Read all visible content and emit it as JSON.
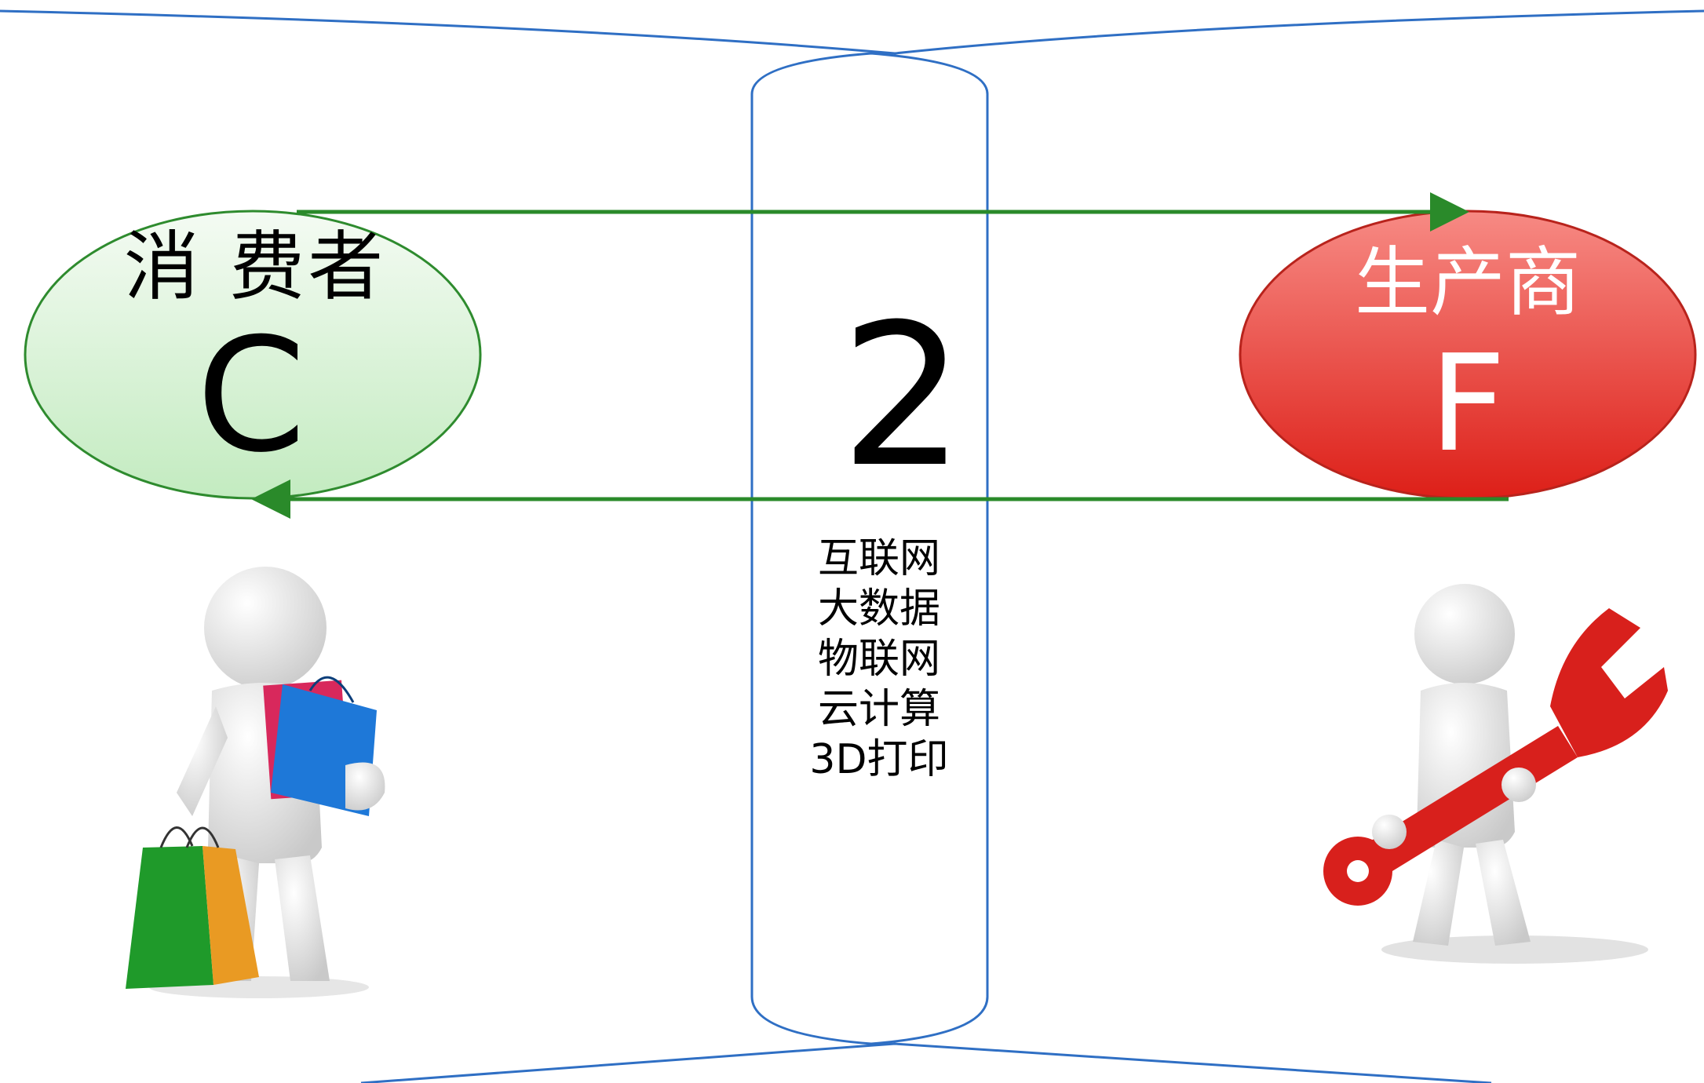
{
  "consumer": {
    "title": "消 费者",
    "code": "C"
  },
  "producer": {
    "title": "生产商",
    "code": "F"
  },
  "center": {
    "number": "2",
    "technologies": [
      "互联网",
      "大数据",
      "物联网",
      "云计算",
      "3D打印"
    ]
  },
  "colors": {
    "consumer_fill": "#cdeec9",
    "consumer_stroke": "#2e8b2e",
    "producer_fill": "#e8332a",
    "producer_stroke": "#b8231c",
    "arrow": "#2a8a2a",
    "cylinder": "#2f6fc4",
    "wrench": "#d8201c"
  },
  "figures": {
    "consumer_figure": "shopper-with-bags-icon",
    "producer_figure": "worker-with-wrench-icon"
  }
}
